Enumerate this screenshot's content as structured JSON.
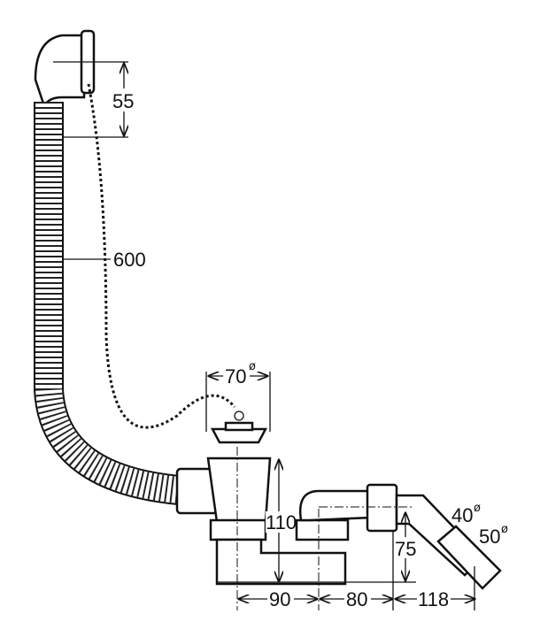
{
  "diagram": {
    "title": "Bath waste and overflow set dimension drawing",
    "dimensions": {
      "overflow_height": "55",
      "hose_length": "600",
      "plug_diameter": "70",
      "waste_height": "110",
      "outlet_height": "75",
      "outlet_diameter_small": "40",
      "outlet_diameter_large": "50",
      "spacing_1": "90",
      "spacing_2": "80",
      "spacing_3": "118"
    },
    "diameter_symbol": "ø"
  }
}
